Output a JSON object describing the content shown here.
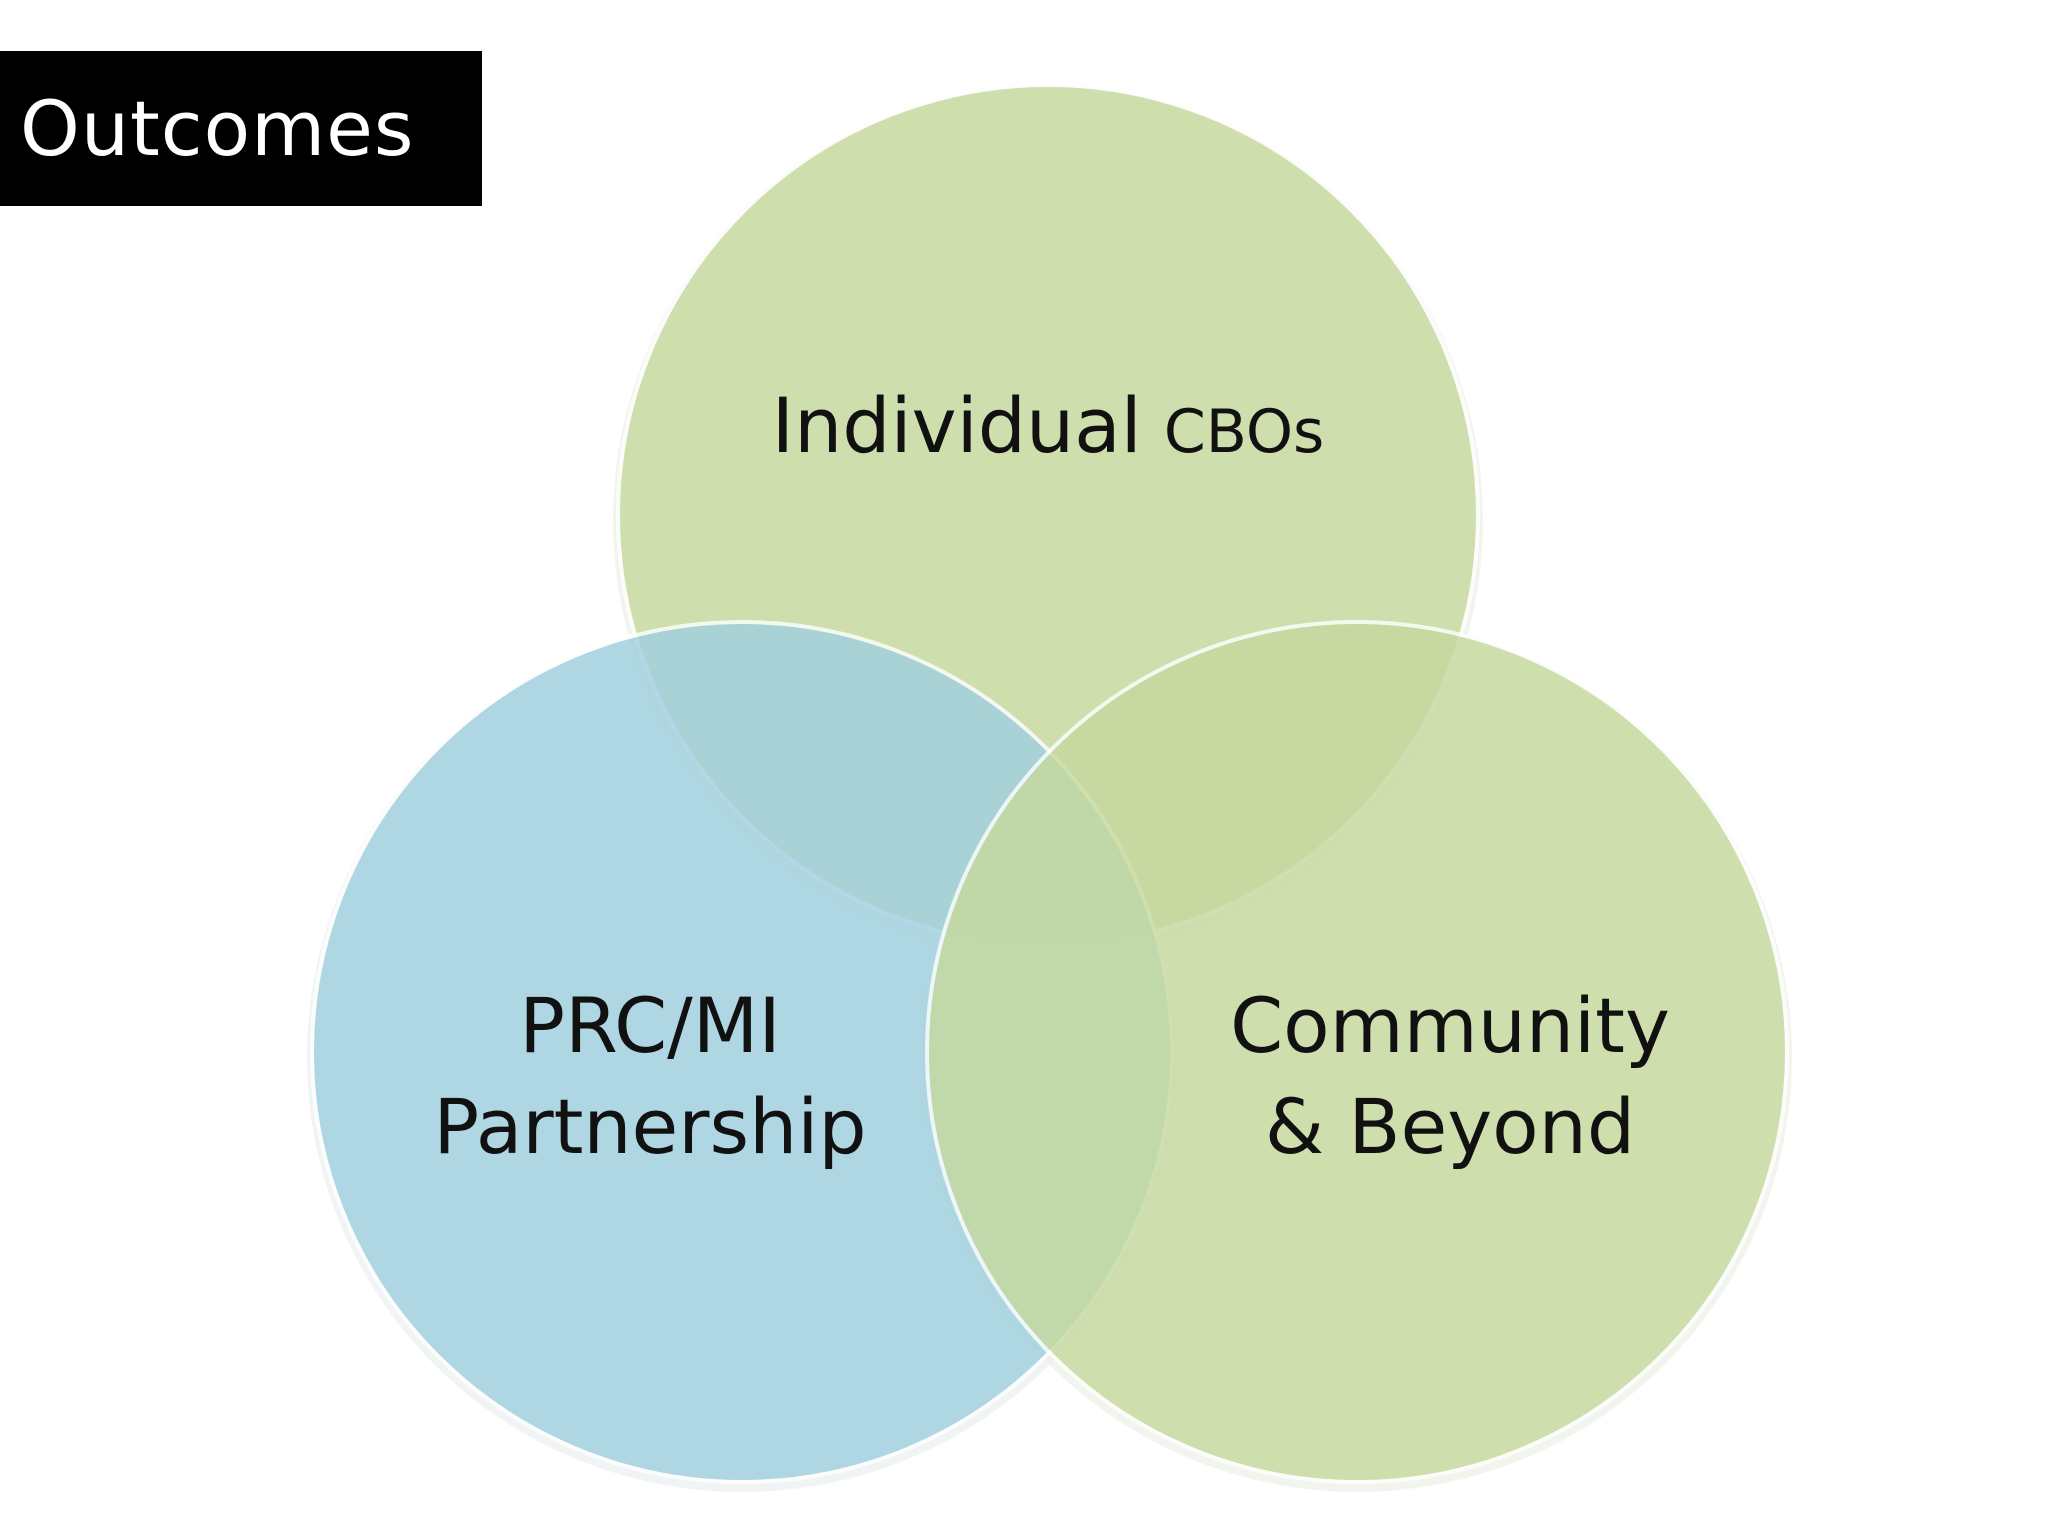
{
  "title": "Outcomes",
  "venn": {
    "circles": [
      {
        "id": "individual",
        "label_main": "Individual",
        "label_small": "CBOs",
        "color": "#c6d99e"
      },
      {
        "id": "partnership",
        "label_line1": "PRC/MI",
        "label_line2": "Partnership",
        "color": "#9fd0df"
      },
      {
        "id": "community",
        "label_line1": "Community",
        "label_line2": "& Beyond",
        "color": "#c6d99e"
      }
    ]
  }
}
